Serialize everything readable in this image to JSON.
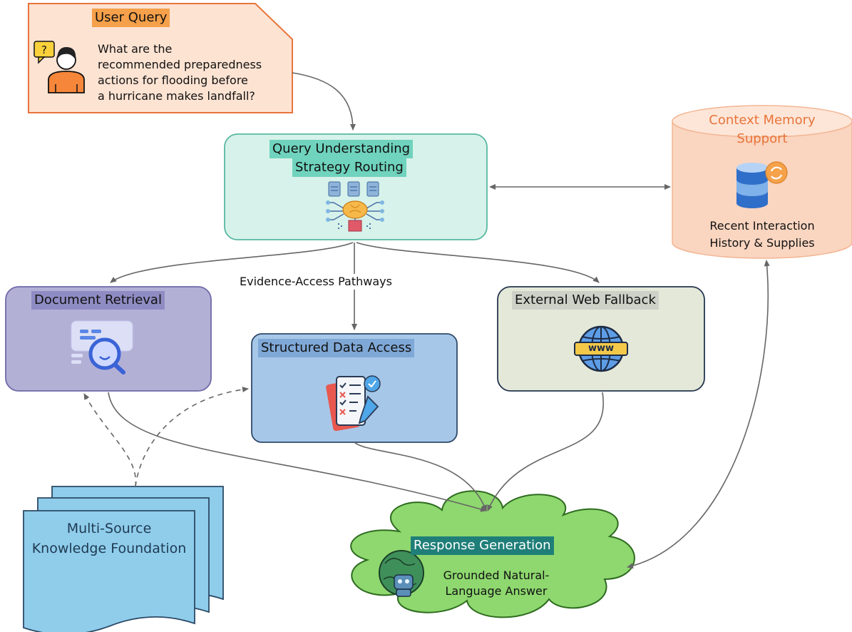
{
  "user_query": {
    "title": "User Query",
    "line1": "What are the",
    "line2": "recommended preparedness",
    "line3": "actions for flooding before",
    "line4": "a hurricane makes landfall?"
  },
  "router": {
    "line1": "Query Understanding",
    "line2": "Strategy Routing"
  },
  "memory": {
    "title_line1": "Context Memory",
    "title_line2": "Support",
    "desc_line1": "Recent Interaction",
    "desc_line2": "History & Supplies"
  },
  "pathways_label": "Evidence-Access Pathways",
  "document_retrieval": {
    "title": "Document Retrieval"
  },
  "structured_data": {
    "title": "Structured Data Access"
  },
  "web_fallback": {
    "title": "External Web Fallback",
    "www": "www"
  },
  "knowledge": {
    "line1": "Multi-Source",
    "line2": "Knowledge Foundation"
  },
  "response": {
    "title": "Response Generation",
    "line1": "Grounded Natural-",
    "line2": "Language Answer"
  },
  "colors": {
    "user_query_fill": "#fde3d2",
    "user_query_border": "#e8743b",
    "user_query_tag": "#f5a04a",
    "router_fill": "#d7f2ea",
    "router_tag": "#6fd3bd",
    "memory_fill": "#fad5c0",
    "memory_text": "#e8743b",
    "doc_fill": "#b3b0d6",
    "doc_tag": "#8f8cc4",
    "struct_fill": "#a7c7e8",
    "struct_tag": "#7fa8d6",
    "web_fill": "#e3e8d8",
    "web_tag": "#cdd1c8",
    "knowledge_fill": "#8fcdeb",
    "response_fill": "#8ed86f",
    "response_tag": "#1f7f78"
  }
}
